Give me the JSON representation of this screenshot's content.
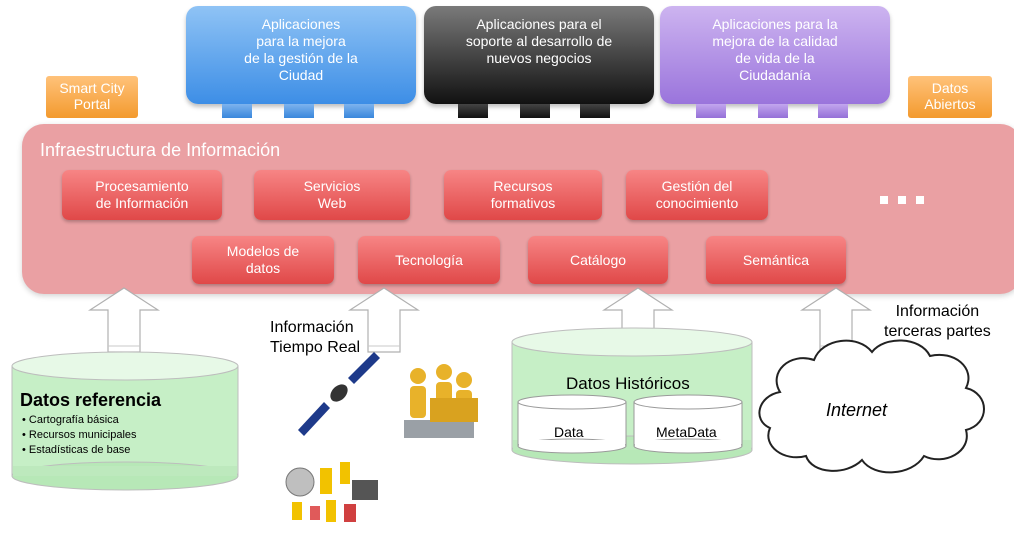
{
  "top_apps": [
    {
      "label": "Aplicaciones\npara la mejora\nde la gestión de la\nCiudad",
      "color": "#4a95e8"
    },
    {
      "label": "Aplicaciones para el\nsoporte al desarrollo de\nnuevos negocios",
      "color": "#1e1e1e"
    },
    {
      "label": "Aplicaciones para la\nmejora de la calidad\nde vida de la\nCiudadanía",
      "color": "#a07de0"
    }
  ],
  "side_labels": {
    "smart_city": "Smart City\nPortal",
    "datos_abiertos": "Datos\nAbiertos"
  },
  "infra": {
    "title": "Infraestructura de Información",
    "row1": [
      "Procesamiento\nde Información",
      "Servicios\nWeb",
      "Recursos\nformativos",
      "Gestión del\nconocimiento"
    ],
    "row2": [
      "Modelos de\ndatos",
      "Tecnología",
      "Catálogo",
      "Semántica"
    ],
    "color": "#eaa0a3"
  },
  "sources": {
    "referencia": {
      "title": "Datos referencia",
      "items": [
        "Cartografía básica",
        "Recursos municipales",
        "Estadísticas de base"
      ]
    },
    "tiempo_real": "Información\nTiempo Real",
    "historicos": {
      "title": "Datos Históricos",
      "data": "Data",
      "metadata": "MetaData"
    },
    "terceros": "Información\nterceras partes",
    "internet": "Internet"
  }
}
